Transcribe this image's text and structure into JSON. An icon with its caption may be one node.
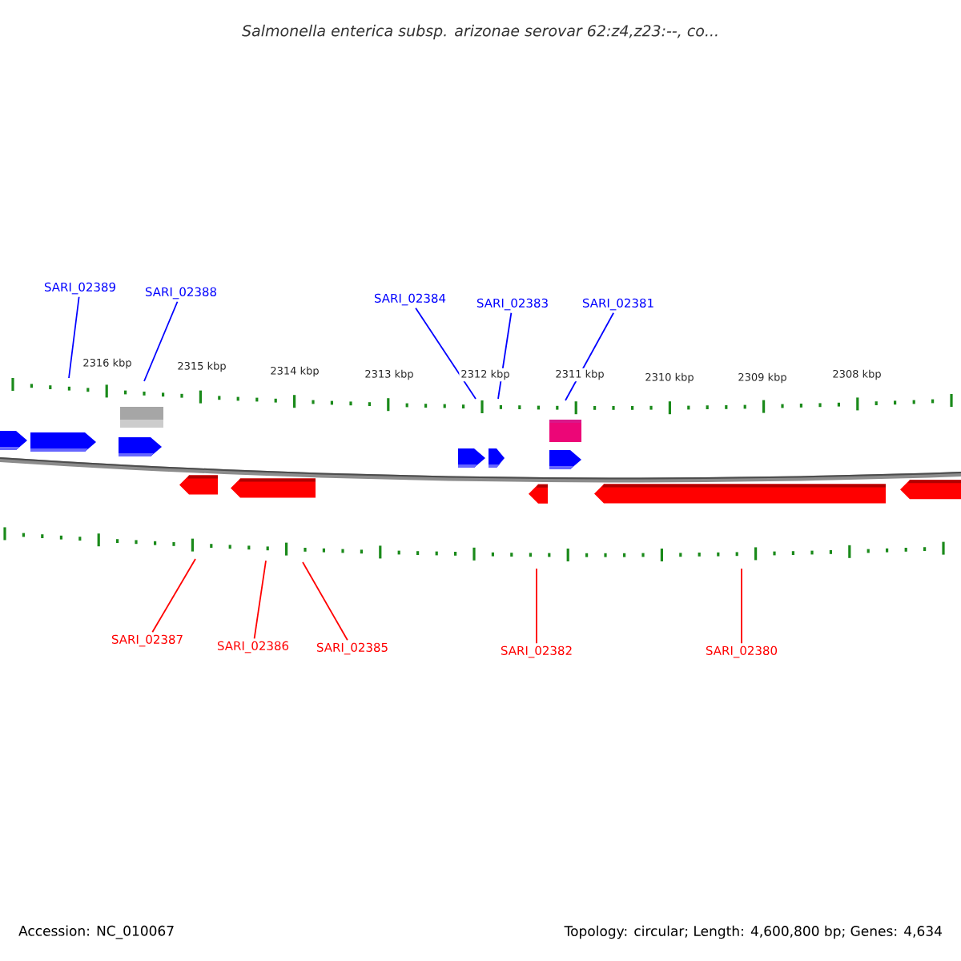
{
  "diagram": {
    "title": "Salmonella enterica subsp. arizonae serovar 62:z4,z23:--, co...",
    "nodes": [
      {
        "text": [
          "SARI_02389"
        ]
      },
      {
        "text": [
          "SARI_02388"
        ]
      },
      {
        "text": [
          "SARI_02384"
        ]
      },
      {
        "text": [
          "SARI_02383"
        ]
      },
      {
        "text": [
          "SARI_02381"
        ]
      },
      {
        "text": [
          "SARI_02387"
        ]
      },
      {
        "text": [
          "SARI_02386"
        ]
      },
      {
        "text": [
          "SARI_02385"
        ]
      },
      {
        "text": [
          "SARI_02382"
        ]
      },
      {
        "text": [
          "SARI_02380"
        ]
      }
    ],
    "edges": [
      {
        "from": 0,
        "to": null,
        "arrow": "none",
        "color": "#0000ff"
      },
      {
        "from": 1,
        "to": null,
        "arrow": "none",
        "color": "#0000ff"
      },
      {
        "from": 2,
        "to": null,
        "arrow": "none",
        "color": "#0000ff"
      },
      {
        "from": 3,
        "to": null,
        "arrow": "none",
        "color": "#0000ff"
      },
      {
        "from": 4,
        "to": null,
        "arrow": "none",
        "color": "#0000ff"
      },
      {
        "from": 5,
        "to": null,
        "arrow": "none",
        "color": "#ff0000"
      },
      {
        "from": 6,
        "to": null,
        "arrow": "none",
        "color": "#ff0000"
      },
      {
        "from": 7,
        "to": null,
        "arrow": "none",
        "color": "#ff0000"
      },
      {
        "from": 8,
        "to": null,
        "arrow": "none",
        "color": "#ff0000"
      },
      {
        "from": 9,
        "to": null,
        "arrow": "none",
        "color": "#ff0000"
      }
    ],
    "labels": [
      "2316 kbp",
      "2315 kbp",
      "2314 kbp",
      "2313 kbp",
      "2312 kbp",
      "2311 kbp",
      "2310 kbp",
      "2309 kbp",
      "2308 kbp",
      "Accession: NC_010067",
      "Topology: circular; Length: 4,600,800 bp; Genes: 4,634"
    ]
  }
}
